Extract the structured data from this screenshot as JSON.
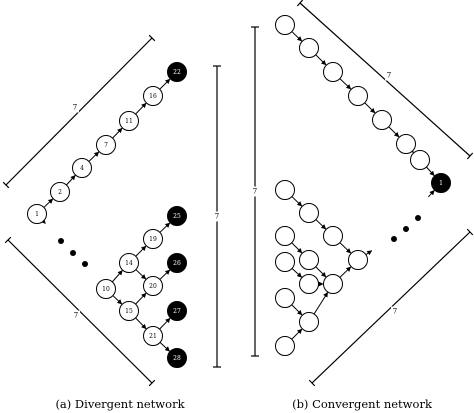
{
  "panel_a": {
    "caption": "(a) Divergent network",
    "nodes": [
      {
        "id": "a1",
        "label": "1",
        "filled": false
      },
      {
        "id": "a2",
        "label": "2",
        "filled": false
      },
      {
        "id": "a4",
        "label": "4",
        "filled": false
      },
      {
        "id": "a7",
        "label": "7",
        "filled": false
      },
      {
        "id": "a11",
        "label": "11",
        "filled": false
      },
      {
        "id": "a16",
        "label": "16",
        "filled": false
      },
      {
        "id": "a22",
        "label": "22",
        "filled": true
      },
      {
        "id": "a10",
        "label": "10",
        "filled": false
      },
      {
        "id": "a14",
        "label": "14",
        "filled": false
      },
      {
        "id": "a19",
        "label": "19",
        "filled": false
      },
      {
        "id": "a25",
        "label": "25",
        "filled": true
      },
      {
        "id": "a20",
        "label": "20",
        "filled": false
      },
      {
        "id": "a26",
        "label": "26",
        "filled": true
      },
      {
        "id": "a15",
        "label": "15",
        "filled": false
      },
      {
        "id": "a21",
        "label": "21",
        "filled": false
      },
      {
        "id": "a27",
        "label": "27",
        "filled": true
      },
      {
        "id": "a28",
        "label": "28",
        "filled": true
      }
    ],
    "edges": [
      [
        "a1",
        "a2"
      ],
      [
        "a2",
        "a4"
      ],
      [
        "a4",
        "a7"
      ],
      [
        "a7",
        "a11"
      ],
      [
        "a11",
        "a16"
      ],
      [
        "a16",
        "a22"
      ],
      [
        "a10",
        "a14"
      ],
      [
        "a14",
        "a19"
      ],
      [
        "a19",
        "a25"
      ],
      [
        "a14",
        "a20"
      ],
      [
        "a20",
        "a26"
      ],
      [
        "a10",
        "a15"
      ],
      [
        "a15",
        "a20"
      ],
      [
        "a15",
        "a21"
      ],
      [
        "a21",
        "a27"
      ],
      [
        "a21",
        "a28"
      ]
    ],
    "dimension_labels": {
      "upper": "7",
      "lower": "7",
      "vertical": "7"
    }
  },
  "panel_b": {
    "caption": "(b) Convergent network",
    "sink_label": "1",
    "dimension_labels": {
      "upper": "7",
      "lower": "7",
      "vertical": "7"
    }
  }
}
